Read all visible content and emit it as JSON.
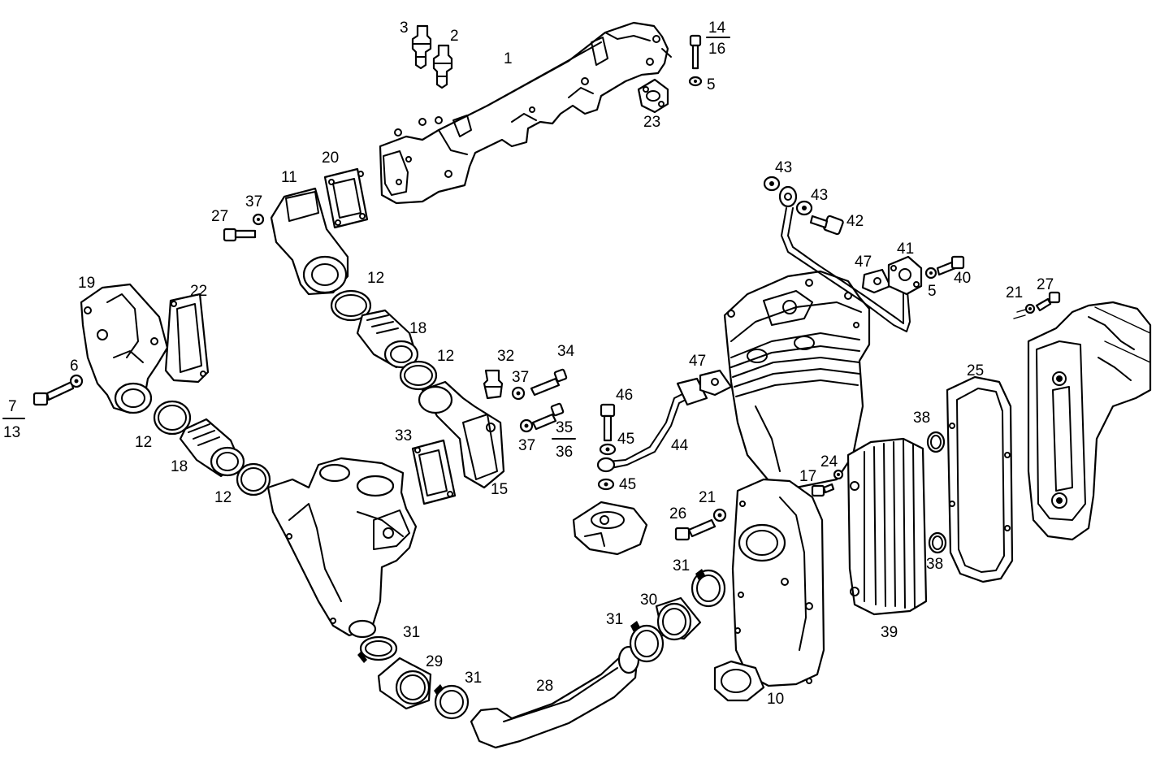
{
  "labels": [
    {
      "id": "1",
      "text": "1"
    },
    {
      "id": "2",
      "text": "2"
    },
    {
      "id": "3",
      "text": "3"
    },
    {
      "id": "14",
      "text": "14"
    },
    {
      "id": "16",
      "text": "16"
    },
    {
      "id": "5a",
      "text": "5"
    },
    {
      "id": "23",
      "text": "23"
    },
    {
      "id": "20",
      "text": "20"
    },
    {
      "id": "11",
      "text": "11"
    },
    {
      "id": "27a",
      "text": "27"
    },
    {
      "id": "37a",
      "text": "37"
    },
    {
      "id": "12a",
      "text": "12"
    },
    {
      "id": "18a",
      "text": "18"
    },
    {
      "id": "12b",
      "text": "12"
    },
    {
      "id": "19",
      "text": "19"
    },
    {
      "id": "22",
      "text": "22"
    },
    {
      "id": "6",
      "text": "6"
    },
    {
      "id": "7",
      "text": "7"
    },
    {
      "id": "13",
      "text": "13"
    },
    {
      "id": "12c",
      "text": "12"
    },
    {
      "id": "18b",
      "text": "18"
    },
    {
      "id": "12d",
      "text": "12"
    },
    {
      "id": "32",
      "text": "32"
    },
    {
      "id": "34",
      "text": "34"
    },
    {
      "id": "37b",
      "text": "37"
    },
    {
      "id": "35",
      "text": "35"
    },
    {
      "id": "36",
      "text": "36"
    },
    {
      "id": "37c",
      "text": "37"
    },
    {
      "id": "33",
      "text": "33"
    },
    {
      "id": "15",
      "text": "15"
    },
    {
      "id": "43a",
      "text": "43"
    },
    {
      "id": "43b",
      "text": "43"
    },
    {
      "id": "42",
      "text": "42"
    },
    {
      "id": "47a",
      "text": "47"
    },
    {
      "id": "41",
      "text": "41"
    },
    {
      "id": "40",
      "text": "40"
    },
    {
      "id": "5b",
      "text": "5"
    },
    {
      "id": "21a",
      "text": "21"
    },
    {
      "id": "27b",
      "text": "27"
    },
    {
      "id": "47b",
      "text": "47"
    },
    {
      "id": "46",
      "text": "46"
    },
    {
      "id": "45a",
      "text": "45"
    },
    {
      "id": "44",
      "text": "44"
    },
    {
      "id": "45b",
      "text": "45"
    },
    {
      "id": "25",
      "text": "25"
    },
    {
      "id": "38a",
      "text": "38"
    },
    {
      "id": "38b",
      "text": "38"
    },
    {
      "id": "24",
      "text": "24"
    },
    {
      "id": "17",
      "text": "17"
    },
    {
      "id": "21b",
      "text": "21"
    },
    {
      "id": "26",
      "text": "26"
    },
    {
      "id": "39",
      "text": "39"
    },
    {
      "id": "31a",
      "text": "31"
    },
    {
      "id": "30",
      "text": "30"
    },
    {
      "id": "31b",
      "text": "31"
    },
    {
      "id": "31c",
      "text": "31"
    },
    {
      "id": "29",
      "text": "29"
    },
    {
      "id": "31d",
      "text": "31"
    },
    {
      "id": "28",
      "text": "28"
    },
    {
      "id": "10",
      "text": "10"
    }
  ]
}
